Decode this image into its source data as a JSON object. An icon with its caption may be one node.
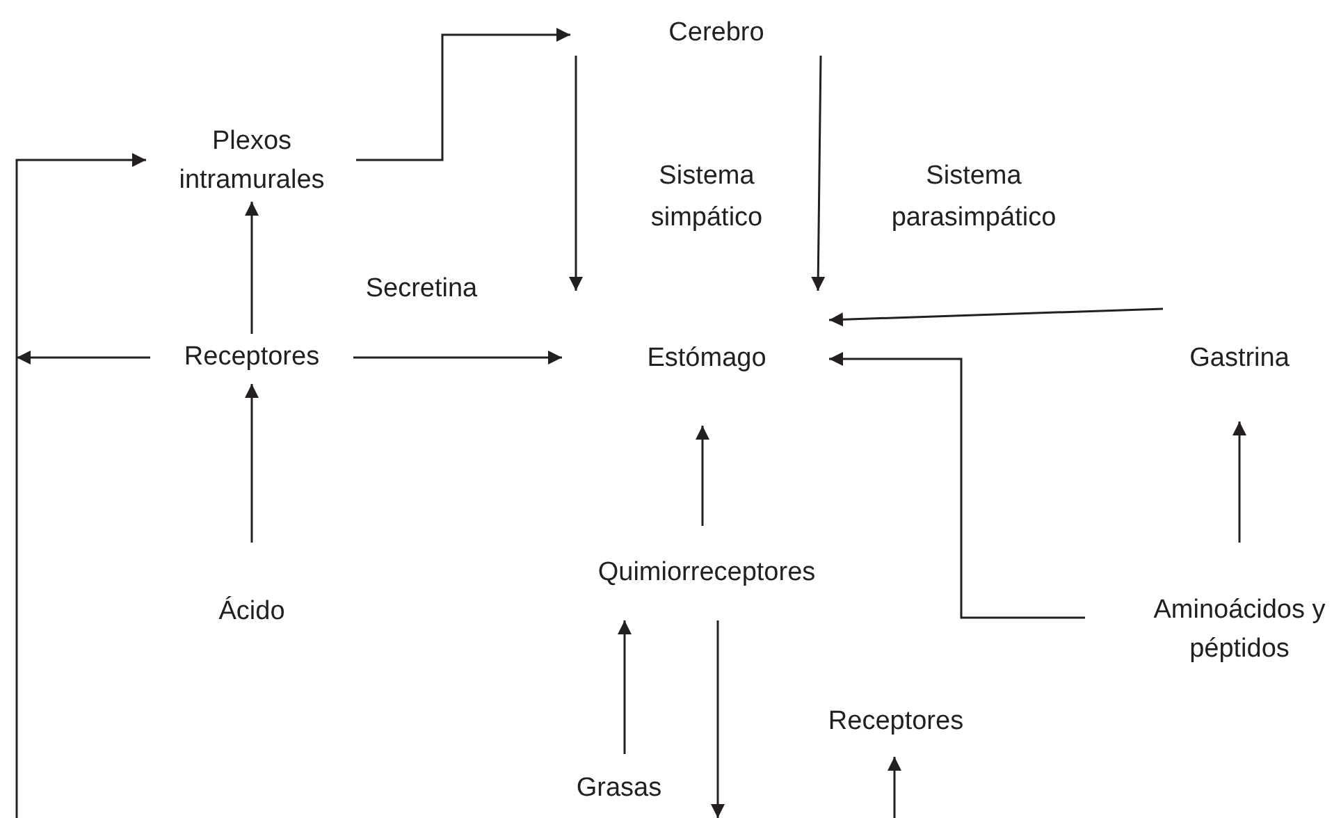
{
  "diagram": {
    "nodes": [
      {
        "text": [
          "Cerebro"
        ]
      },
      {
        "text": [
          "Plexos intramurales"
        ]
      },
      {
        "text": [
          "Receptores"
        ]
      },
      {
        "text": [
          "Estómago"
        ]
      },
      {
        "text": [
          "Gastrina"
        ]
      },
      {
        "text": [
          "Ácido"
        ]
      },
      {
        "text": [
          "Quimiorreceptores"
        ]
      },
      {
        "text": [
          "Aminoácidos y péptidos"
        ]
      },
      {
        "text": [
          "Receptores"
        ]
      },
      {
        "text": [
          "Grasas"
        ]
      }
    ],
    "edges": [
      {
        "from": 1,
        "to": 0,
        "arrow": "to"
      },
      {
        "from": 0,
        "to": 3,
        "arrow": "to",
        "label": "Sistema simpático"
      },
      {
        "from": 0,
        "to": 3,
        "arrow": "to",
        "label": "Sistema parasimpático"
      },
      {
        "from": 2,
        "to": 1,
        "arrow": "to"
      },
      {
        "from": 2,
        "to": 3,
        "arrow": "to",
        "label": "Secretina"
      },
      {
        "from": 2,
        "to": null,
        "arrow": "to"
      },
      {
        "from": null,
        "to": 1,
        "arrow": "to"
      },
      {
        "from": 5,
        "to": 2,
        "arrow": "to"
      },
      {
        "from": 6,
        "to": 3,
        "arrow": "to"
      },
      {
        "from": 4,
        "to": 3,
        "arrow": "to"
      },
      {
        "from": 7,
        "to": 3,
        "arrow": "to"
      },
      {
        "from": 7,
        "to": 4,
        "arrow": "to"
      },
      {
        "from": 9,
        "to": 6,
        "arrow": "to"
      },
      {
        "from": 6,
        "to": null,
        "arrow": "to"
      },
      {
        "from": null,
        "to": 8,
        "arrow": "to"
      }
    ]
  }
}
